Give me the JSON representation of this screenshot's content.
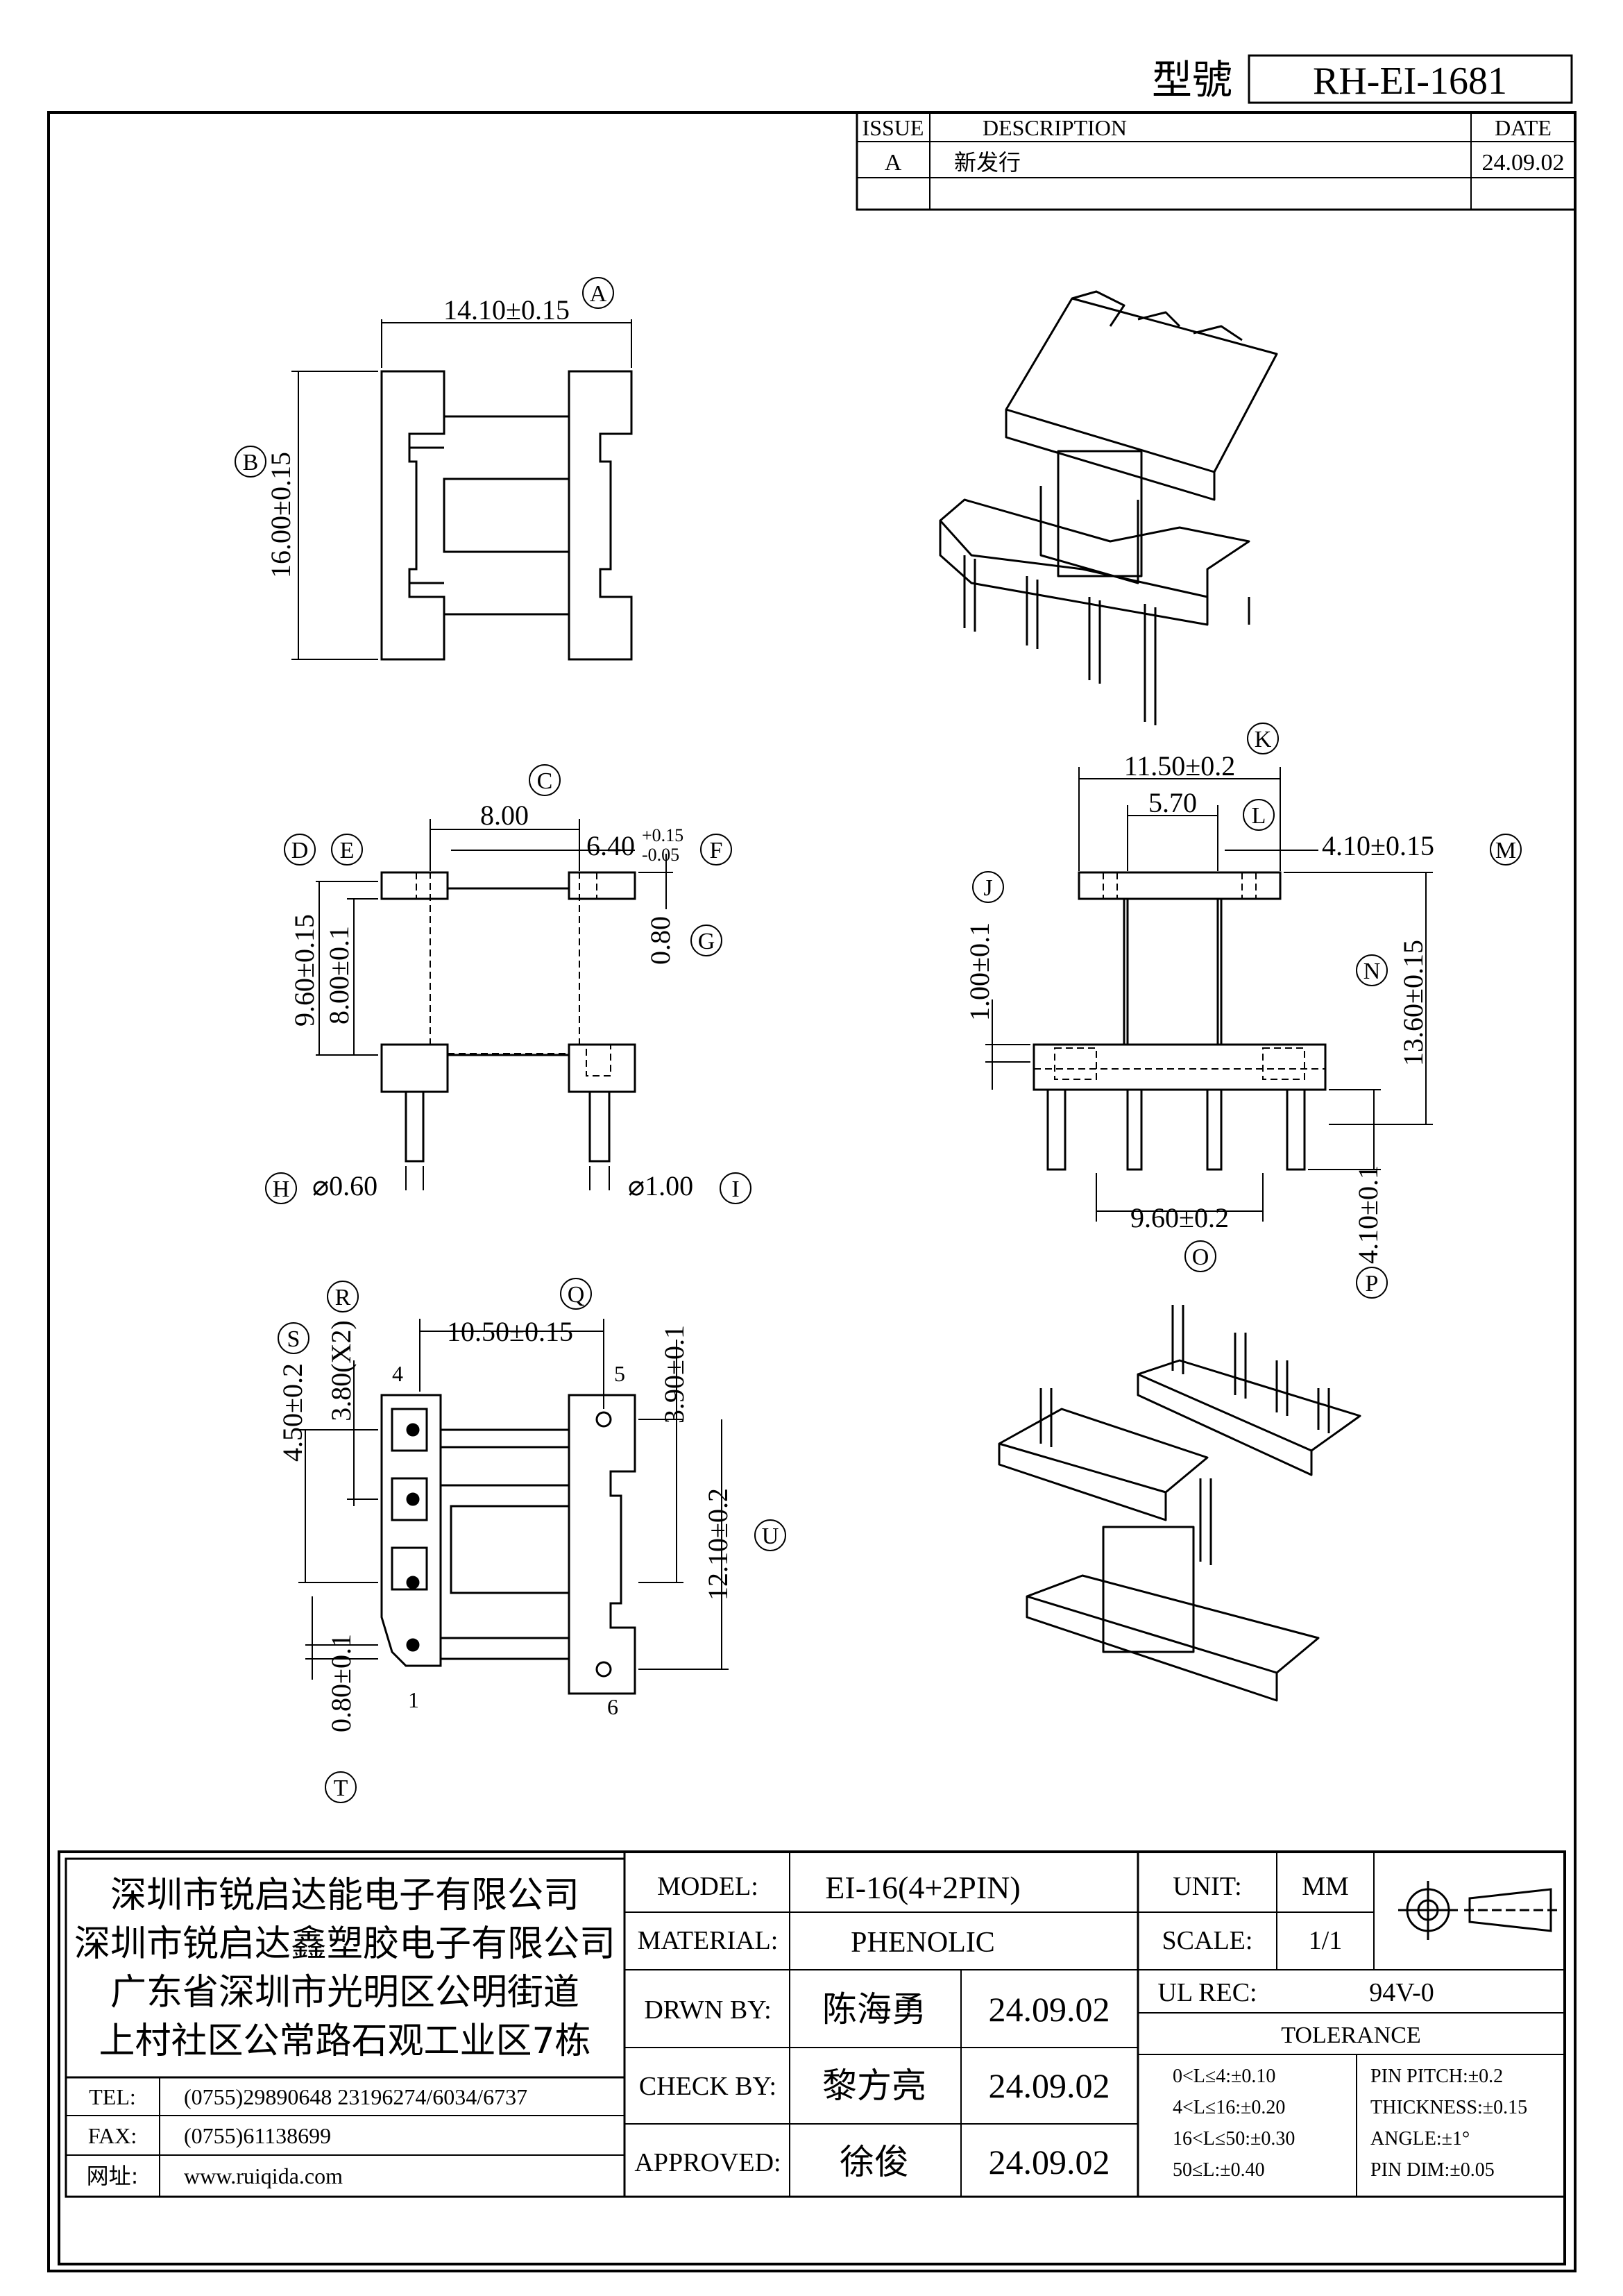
{
  "header": {
    "model_label": "型號",
    "model_no": "RH-EI-1681",
    "rev_headers": [
      "ISSUE",
      "DESCRIPTION",
      "DATE"
    ],
    "rev_rows": [
      {
        "issue": "A",
        "description": "新发行",
        "date": "24.09.02"
      }
    ]
  },
  "dims": {
    "A": "14.10±0.15",
    "B": "16.00±0.15",
    "C": "8.00",
    "F": "6.40",
    "F_tol_up": "+0.15",
    "F_tol_dn": "-0.05",
    "G": "0.80",
    "D": "9.60±0.15",
    "E": "8.00±0.1",
    "H": "⌀0.60",
    "I": "⌀1.00",
    "K": "11.50±0.2",
    "L": "5.70",
    "M": "4.10±0.15",
    "J": "1.00±0.1",
    "N": "13.60±0.15",
    "O": "9.60±0.2",
    "P": "4.10±0.1",
    "Q": "10.50±0.15",
    "R": "3.80(X2)",
    "S": "4.50±0.2",
    "Q2": "3.90±0.1",
    "U": "12.10±0.2",
    "T": "0.80±0.1"
  },
  "letters": [
    "A",
    "B",
    "C",
    "D",
    "E",
    "F",
    "G",
    "H",
    "I",
    "J",
    "K",
    "L",
    "M",
    "N",
    "O",
    "P",
    "Q",
    "R",
    "S",
    "T",
    "U"
  ],
  "pins": [
    "4",
    "5",
    "1",
    "6"
  ],
  "company": {
    "lines": [
      "深圳市锐启达能电子有限公司",
      "深圳市锐启达鑫塑胶电子有限公司",
      "广东省深圳市光明区公明街道",
      "上村社区公常路石观工业区7栋"
    ],
    "tel_label": "TEL:",
    "tel": "(0755)29890648   23196274/6034/6737",
    "fax_label": "FAX:",
    "fax": "(0755)61138699",
    "web_label": "网址:",
    "web": "www.ruiqida.com"
  },
  "spec": {
    "model_label": "MODEL:",
    "model": "EI-16(4+2PIN)",
    "material_label": "MATERIAL:",
    "material": "PHENOLIC",
    "unit_label": "UNIT:",
    "unit": "MM",
    "scale_label": "SCALE:",
    "scale": "1/1",
    "ul_label": "UL REC:",
    "ul": "94V-0",
    "drawn_label": "DRWN BY:",
    "drawn": "陈海勇",
    "drawn_date": "24.09.02",
    "check_label": "CHECK BY:",
    "check": "黎方亮",
    "check_date": "24.09.02",
    "approved_label": "APPROVED:",
    "approved": "徐俊",
    "approved_date": "24.09.02",
    "tolerance_label": "TOLERANCE",
    "tol_left": [
      "0<L≤4:±0.10",
      "4<L≤16:±0.20",
      "16<L≤50:±0.30",
      "50≤L:±0.40"
    ],
    "tol_right": [
      "PIN PITCH:±0.2",
      "THICKNESS:±0.15",
      "ANGLE:±1°",
      "PIN DIM:±0.05"
    ]
  }
}
